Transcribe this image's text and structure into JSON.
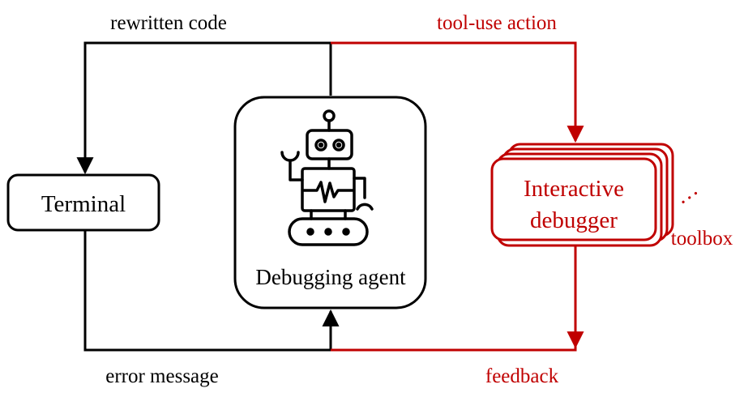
{
  "labels": {
    "rewritten_code": "rewritten code",
    "tool_use_action": "tool-use action",
    "error_message": "error message",
    "feedback": "feedback",
    "toolbox": "toolbox",
    "ellipsis": "…"
  },
  "nodes": {
    "terminal": "Terminal",
    "agent": "Debugging agent",
    "debugger_line1": "Interactive",
    "debugger_line2": "debugger"
  },
  "icons": {
    "agent": "robot-icon"
  },
  "colors": {
    "black": "#000000",
    "red": "#c00000"
  }
}
